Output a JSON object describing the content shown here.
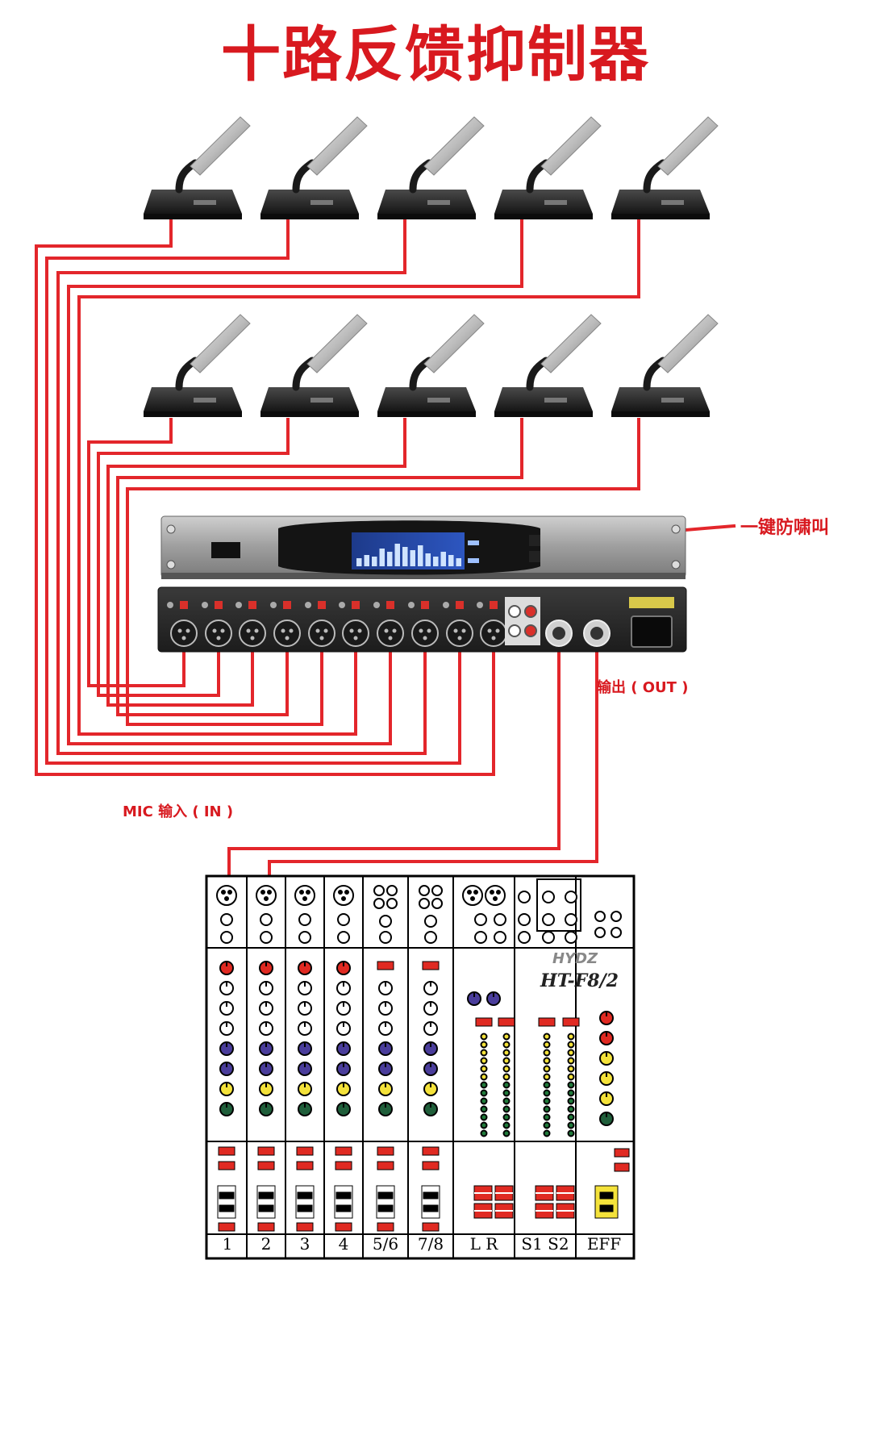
{
  "title": "十路反馈抑制器",
  "labels": {
    "one_key_callout": "一键防啸叫",
    "output": "输出 ( OUT )",
    "mic_input": "MIC 输入 ( IN )"
  },
  "microphones": {
    "count": 10,
    "rows": 2,
    "per_row": 5
  },
  "mixer": {
    "brand": "HYDZ",
    "model": "HT-F8/2",
    "channels": [
      "1",
      "2",
      "3",
      "4",
      "5/6",
      "7/8",
      "L  R",
      "S1  S2",
      "EFF"
    ]
  },
  "colors": {
    "wire": "#e3262b",
    "title": "#d8191f",
    "device_dark": "#2d2d2d",
    "device_panel": "#9a9a9a",
    "mixer_red": "#e02a22",
    "mixer_blue": "#4a3d9b",
    "mixer_yellow": "#f4e23a",
    "mixer_green": "#1f5e3a"
  }
}
